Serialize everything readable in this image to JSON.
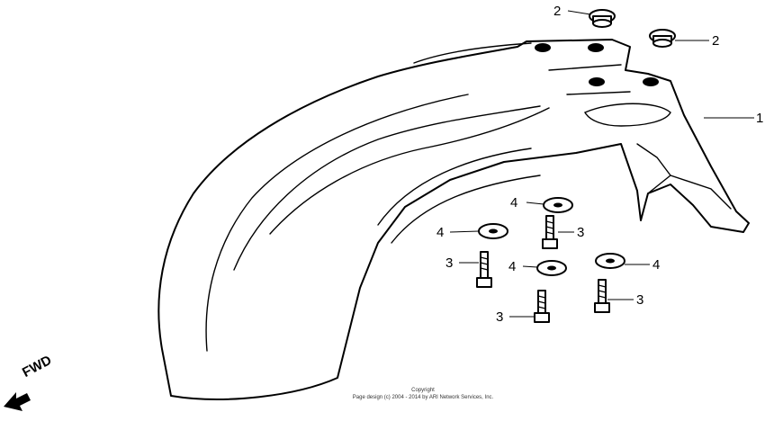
{
  "callouts": {
    "c1": "1",
    "c2a": "2",
    "c2b": "2",
    "c3a": "3",
    "c3b": "3",
    "c3c": "3",
    "c3d": "3",
    "c4a": "4",
    "c4b": "4",
    "c4c": "4",
    "c4d": "4"
  },
  "fwd_label": "FWD",
  "copyright": {
    "line1": "Copyright",
    "line2": "Page design (c) 2004 - 2014 by ARI Network Services, Inc."
  }
}
